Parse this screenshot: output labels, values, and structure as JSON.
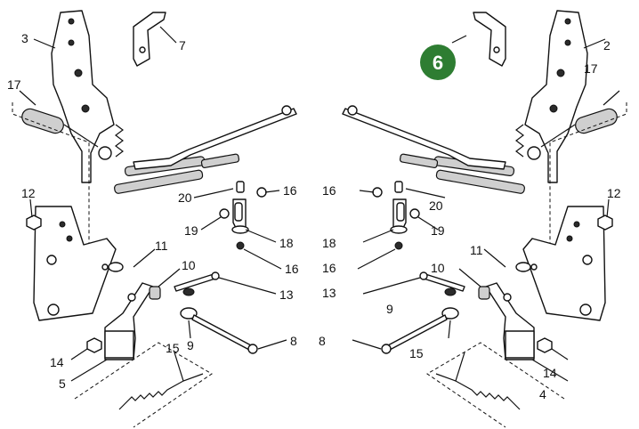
{
  "diagram": {
    "callout": {
      "number": "6",
      "color": "#2e7d32"
    },
    "labels": {
      "left_3": "3",
      "left_7": "7",
      "left_17": "17",
      "left_12": "12",
      "left_20": "20",
      "left_16a": "16",
      "left_19": "19",
      "left_18": "18",
      "left_16b": "16",
      "left_11": "11",
      "left_10": "10",
      "left_13": "13",
      "left_9": "9",
      "left_8": "8",
      "left_14": "14",
      "left_5": "5",
      "left_15": "15",
      "right_2": "2",
      "right_17": "17",
      "right_16a": "16",
      "right_20": "20",
      "right_12": "12",
      "right_18": "18",
      "right_19": "19",
      "right_16b": "16",
      "right_11": "11",
      "right_10": "10",
      "right_13": "13",
      "right_9": "9",
      "right_8": "8",
      "right_14": "14",
      "right_15": "15",
      "right_4": "4"
    }
  }
}
